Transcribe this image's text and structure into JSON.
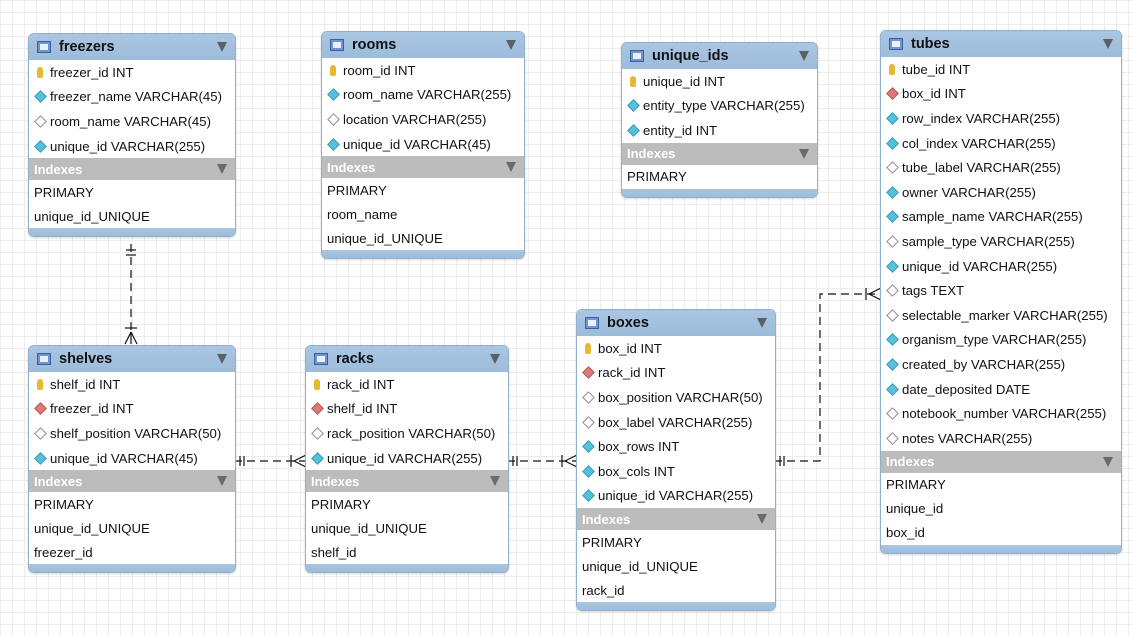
{
  "tables": {
    "freezers": {
      "name": "freezers",
      "columns": [
        {
          "text": "freezer_id INT",
          "icon": "key-icon"
        },
        {
          "text": "freezer_name VARCHAR(45)",
          "icon": "filled-diamond-icon"
        },
        {
          "text": "room_name VARCHAR(45)",
          "icon": "empty-diamond-icon"
        },
        {
          "text": "unique_id VARCHAR(255)",
          "icon": "filled-diamond-icon"
        }
      ],
      "indexes_label": "Indexes",
      "indexes": [
        "PRIMARY",
        "unique_id_UNIQUE"
      ]
    },
    "rooms": {
      "name": "rooms",
      "columns": [
        {
          "text": "room_id INT",
          "icon": "key-icon"
        },
        {
          "text": "room_name VARCHAR(255)",
          "icon": "filled-diamond-icon"
        },
        {
          "text": "location VARCHAR(255)",
          "icon": "empty-diamond-icon"
        },
        {
          "text": "unique_id VARCHAR(45)",
          "icon": "filled-diamond-icon"
        }
      ],
      "indexes_label": "Indexes",
      "indexes": [
        "PRIMARY",
        "room_name",
        "unique_id_UNIQUE"
      ]
    },
    "unique_ids": {
      "name": "unique_ids",
      "columns": [
        {
          "text": "unique_id INT",
          "icon": "key-icon"
        },
        {
          "text": "entity_type VARCHAR(255)",
          "icon": "filled-diamond-icon"
        },
        {
          "text": "entity_id INT",
          "icon": "filled-diamond-icon"
        }
      ],
      "indexes_label": "Indexes",
      "indexes": [
        "PRIMARY"
      ]
    },
    "tubes": {
      "name": "tubes",
      "columns": [
        {
          "text": "tube_id INT",
          "icon": "key-icon"
        },
        {
          "text": "box_id INT",
          "icon": "foreign-key-icon"
        },
        {
          "text": "row_index VARCHAR(255)",
          "icon": "filled-diamond-icon"
        },
        {
          "text": "col_index VARCHAR(255)",
          "icon": "filled-diamond-icon"
        },
        {
          "text": "tube_label VARCHAR(255)",
          "icon": "empty-diamond-icon"
        },
        {
          "text": "owner VARCHAR(255)",
          "icon": "filled-diamond-icon"
        },
        {
          "text": "sample_name VARCHAR(255)",
          "icon": "filled-diamond-icon"
        },
        {
          "text": "sample_type VARCHAR(255)",
          "icon": "empty-diamond-icon"
        },
        {
          "text": "unique_id VARCHAR(255)",
          "icon": "filled-diamond-icon"
        },
        {
          "text": "tags TEXT",
          "icon": "empty-diamond-icon"
        },
        {
          "text": "selectable_marker VARCHAR(255)",
          "icon": "empty-diamond-icon"
        },
        {
          "text": "organism_type VARCHAR(255)",
          "icon": "filled-diamond-icon"
        },
        {
          "text": "created_by VARCHAR(255)",
          "icon": "filled-diamond-icon"
        },
        {
          "text": "date_deposited DATE",
          "icon": "filled-diamond-icon"
        },
        {
          "text": "notebook_number VARCHAR(255)",
          "icon": "empty-diamond-icon"
        },
        {
          "text": "notes VARCHAR(255)",
          "icon": "empty-diamond-icon"
        }
      ],
      "indexes_label": "Indexes",
      "indexes": [
        "PRIMARY",
        "unique_id",
        "box_id"
      ]
    },
    "shelves": {
      "name": "shelves",
      "columns": [
        {
          "text": "shelf_id INT",
          "icon": "key-icon"
        },
        {
          "text": "freezer_id INT",
          "icon": "foreign-key-icon"
        },
        {
          "text": "shelf_position VARCHAR(50)",
          "icon": "empty-diamond-icon"
        },
        {
          "text": "unique_id VARCHAR(45)",
          "icon": "filled-diamond-icon"
        }
      ],
      "indexes_label": "Indexes",
      "indexes": [
        "PRIMARY",
        "unique_id_UNIQUE",
        "freezer_id"
      ]
    },
    "racks": {
      "name": "racks",
      "columns": [
        {
          "text": "rack_id INT",
          "icon": "key-icon"
        },
        {
          "text": "shelf_id INT",
          "icon": "foreign-key-icon"
        },
        {
          "text": "rack_position VARCHAR(50)",
          "icon": "empty-diamond-icon"
        },
        {
          "text": "unique_id VARCHAR(255)",
          "icon": "filled-diamond-icon"
        }
      ],
      "indexes_label": "Indexes",
      "indexes": [
        "PRIMARY",
        "unique_id_UNIQUE",
        "shelf_id"
      ]
    },
    "boxes": {
      "name": "boxes",
      "columns": [
        {
          "text": "box_id INT",
          "icon": "key-icon"
        },
        {
          "text": "rack_id INT",
          "icon": "foreign-key-icon"
        },
        {
          "text": "box_position VARCHAR(50)",
          "icon": "empty-diamond-icon"
        },
        {
          "text": "box_label VARCHAR(255)",
          "icon": "empty-diamond-icon"
        },
        {
          "text": "box_rows INT",
          "icon": "filled-diamond-icon"
        },
        {
          "text": "box_cols INT",
          "icon": "filled-diamond-icon"
        },
        {
          "text": "unique_id VARCHAR(255)",
          "icon": "filled-diamond-icon"
        }
      ],
      "indexes_label": "Indexes",
      "indexes": [
        "PRIMARY",
        "unique_id_UNIQUE",
        "rack_id"
      ]
    }
  },
  "relationships": [
    {
      "from": "freezers",
      "to": "shelves",
      "type": "one-to-many"
    },
    {
      "from": "shelves",
      "to": "racks",
      "type": "one-to-many"
    },
    {
      "from": "racks",
      "to": "boxes",
      "type": "one-to-many"
    },
    {
      "from": "boxes",
      "to": "tubes",
      "type": "one-to-many"
    }
  ],
  "colors": {
    "header": "#a4c2df",
    "key": "#e5b934",
    "foreign_key": "#d97b79",
    "not_null": "#56c1dd",
    "indexes_bar": "#bcbcbc"
  }
}
